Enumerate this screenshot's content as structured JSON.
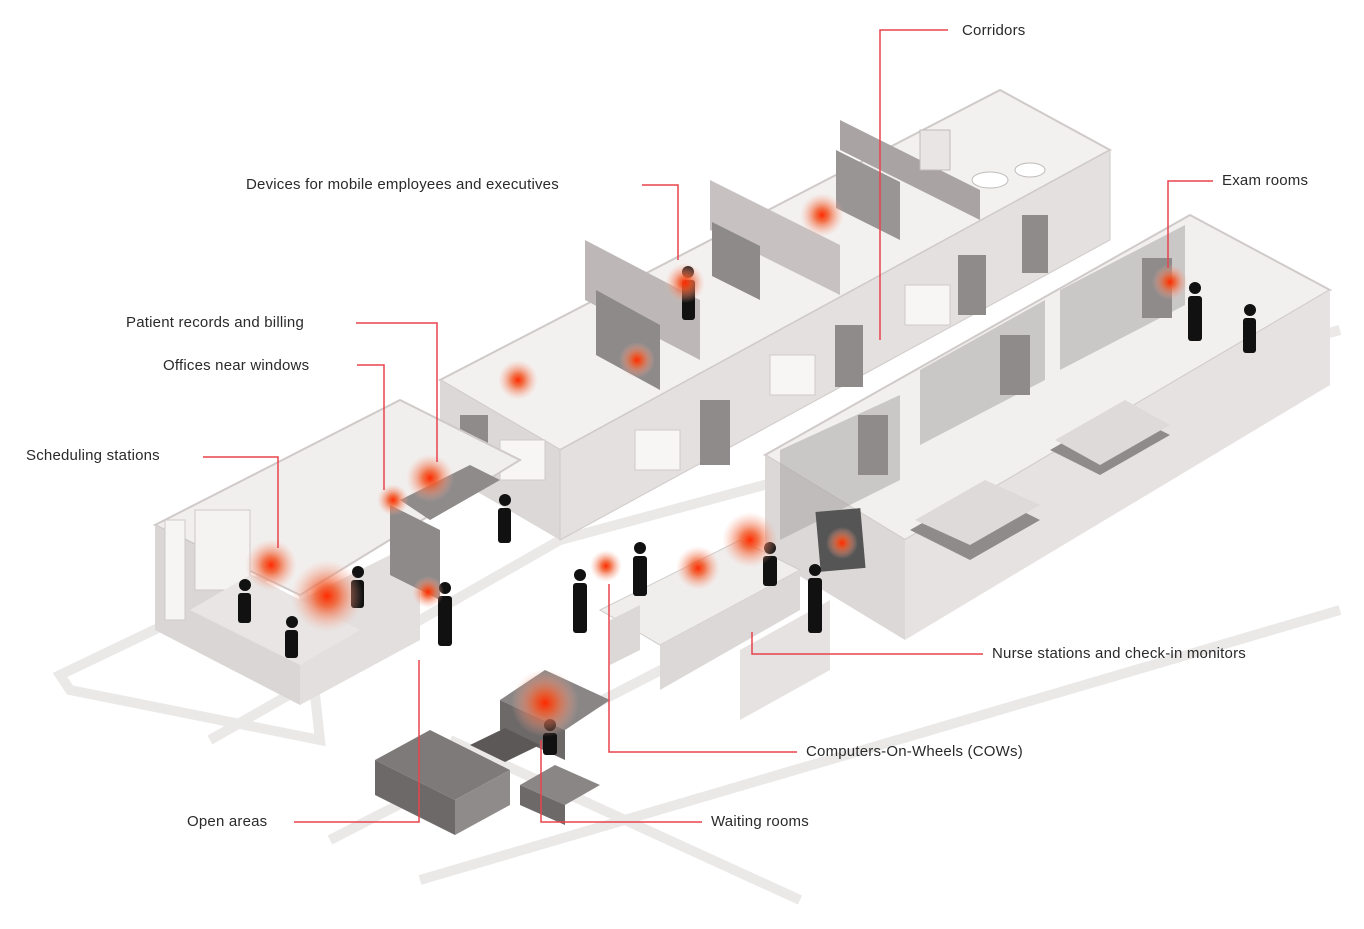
{
  "labels": {
    "corridors": "Corridors",
    "devices_mobile": "Devices for mobile employees and executives",
    "exam_rooms": "Exam rooms",
    "patient_records": "Patient records and billing",
    "offices_windows": "Offices near windows",
    "scheduling": "Scheduling stations",
    "nurse_stations": "Nurse stations and check-in monitors",
    "cows": "Computers-On-Wheels (COWs)",
    "open_areas": "Open areas",
    "waiting_rooms": "Waiting rooms"
  },
  "colors": {
    "leader_line": "#e8434c",
    "hotspot": "#f0411e",
    "wall": "#d9d5d4",
    "wall_dark": "#8f8b8b",
    "floor": "#f1efee",
    "silhouette": "#111111"
  }
}
